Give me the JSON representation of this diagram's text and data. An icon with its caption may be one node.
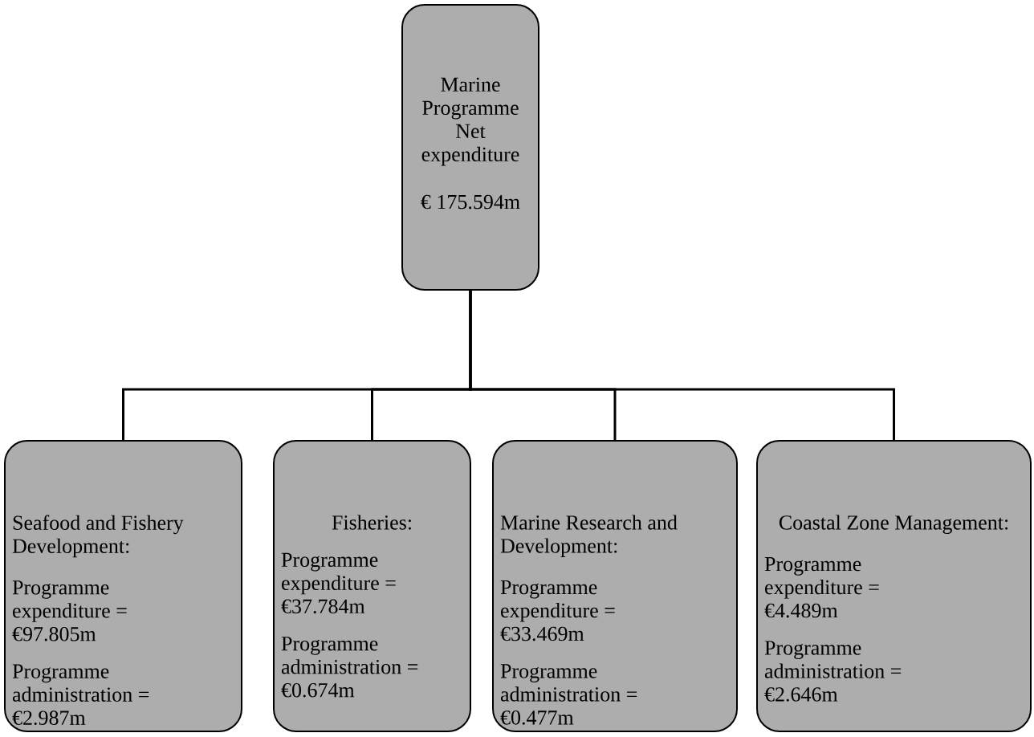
{
  "diagram": {
    "nodes": [
      {
        "text": [
          "Marine Programme Net expenditure",
          "€ 175.594m"
        ]
      },
      {
        "text": [
          "Seafood and Fishery Development:",
          "Programme expenditure = €97.805m",
          "Programme administration = €2.987m"
        ]
      },
      {
        "text": [
          "Fisheries:",
          "Programme expenditure = €37.784m",
          "Programme administration = €0.674m"
        ]
      },
      {
        "text": [
          "Marine Research and Development:",
          "Programme expenditure = €33.469m",
          "Programme administration = €0.477m"
        ]
      },
      {
        "text": [
          "Coastal Zone Management:",
          "Programme expenditure = €4.489m",
          "Programme administration = €2.646m"
        ]
      }
    ],
    "edges": [
      {
        "from": 0,
        "to": 1,
        "arrow": "none"
      },
      {
        "from": 0,
        "to": 2,
        "arrow": "none"
      },
      {
        "from": 0,
        "to": 3,
        "arrow": "none"
      },
      {
        "from": 0,
        "to": 4,
        "arrow": "none"
      }
    ]
  }
}
